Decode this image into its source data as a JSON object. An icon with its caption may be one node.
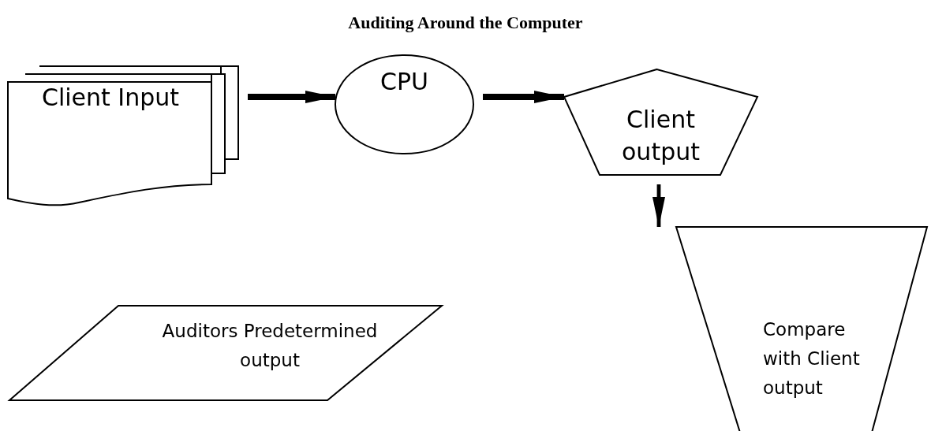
{
  "diagram": {
    "title": "Auditing Around the Computer",
    "nodes": [
      {
        "text": [
          "Client Input"
        ]
      },
      {
        "text": [
          "CPU"
        ]
      },
      {
        "text": [
          "Client output"
        ]
      },
      {
        "text": [
          "Compare with Client output"
        ]
      },
      {
        "text": [
          "Auditors Predetermined output"
        ]
      }
    ],
    "edges": [
      {
        "from": 0,
        "to": 1,
        "arrow": "to"
      },
      {
        "from": 1,
        "to": 2,
        "arrow": "to"
      },
      {
        "from": 2,
        "to": 3,
        "arrow": "to"
      }
    ]
  }
}
